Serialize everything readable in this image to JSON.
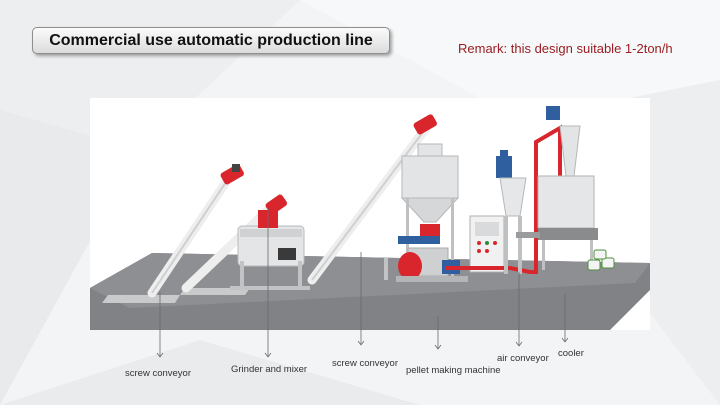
{
  "header": {
    "title": "Commercial use automatic production line",
    "remark": "Remark: this design suitable 1-2ton/h"
  },
  "labels": {
    "screw_conveyor_1": "screw conveyor",
    "grinder_mixer": "Grinder and mixer",
    "screw_conveyor_2": "screw conveyor",
    "pellet_machine": "pellet making machine",
    "air_conveyor": "air conveyor",
    "cooler": "cooler"
  },
  "colors": {
    "accent_red": "#d8262c",
    "remark_red": "#9a1e23",
    "machine_blue": "#2f5f9e",
    "floor_gray": "#7d7f82"
  }
}
